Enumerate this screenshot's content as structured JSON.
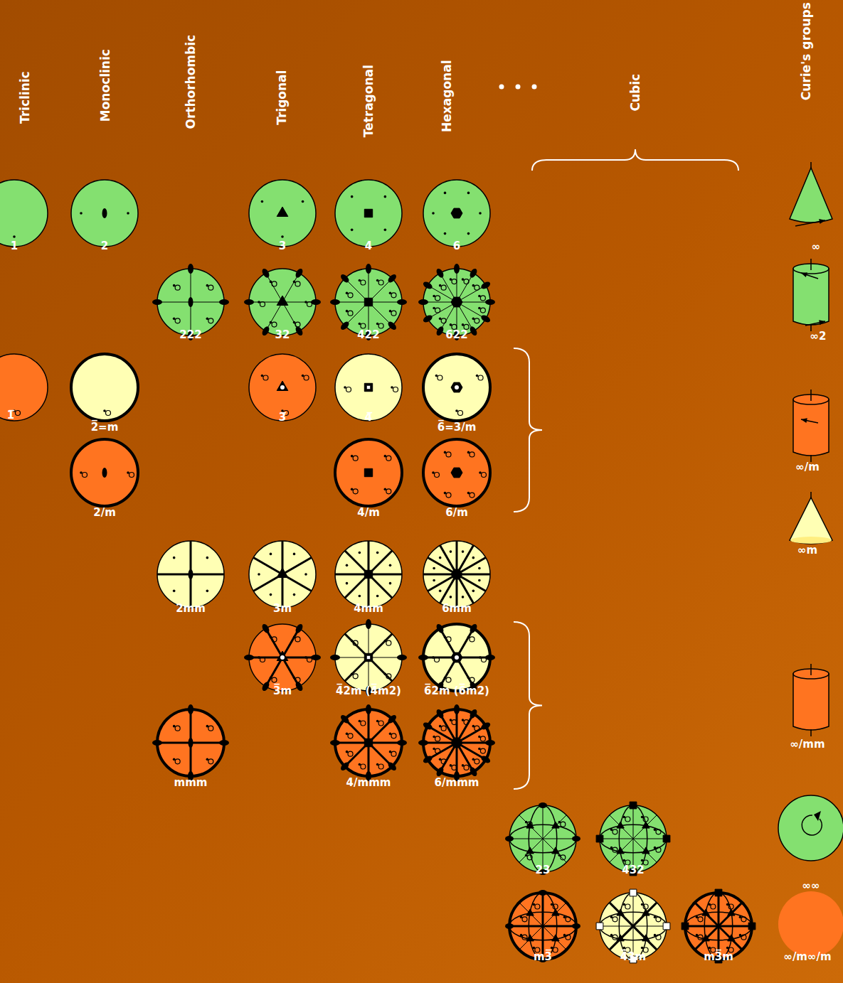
{
  "diagram": {
    "labels": [
      "Triclinic",
      "Monoclinic",
      "Orthorhombic",
      "Trigonal",
      "Tetragonal",
      "Hexagonal",
      "Cubic",
      "Curie's groups",
      "1",
      "2",
      "3",
      "4",
      "6",
      "∞",
      "222",
      "32",
      "422",
      "622",
      "∞2",
      "1̅",
      "2̅=m",
      "3̅",
      "4̅",
      "6̅=3/m",
      "2/m",
      "4/m",
      "6/m",
      "∞/m",
      "2mm",
      "3m",
      "4mm",
      "6mm",
      "∞m",
      "3̅m",
      "4̅2m (4̅m2)",
      "6̅2m (6̅m2)",
      "∞/mm",
      "mmm",
      "4/mmm",
      "6/mmm",
      "23",
      "432",
      "∞∞",
      "m3̅",
      "4̅3m",
      "m3̅m",
      "∞/m∞/m"
    ]
  }
}
